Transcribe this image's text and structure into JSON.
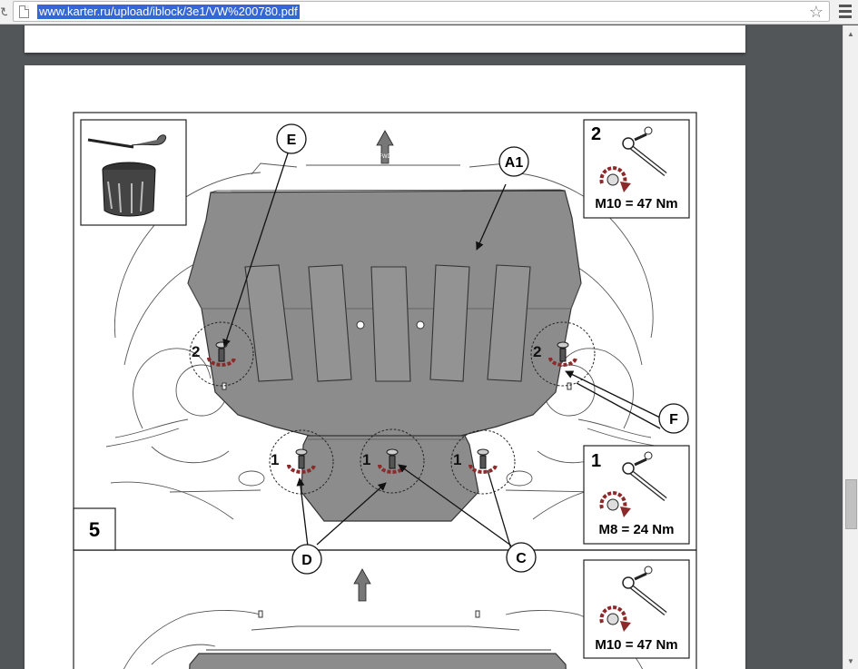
{
  "browser": {
    "url": "www.karter.ru/upload/iblock/3e1/VW%200780.pdf"
  },
  "figure": {
    "step_number": "5",
    "fwd_label": "FWD",
    "callouts": {
      "a1": "A1",
      "e": "E",
      "f": "F",
      "d": "D",
      "c": "C"
    },
    "markers": {
      "left_bolt": "2",
      "right_bolt": "2",
      "bottom_left": "1",
      "bottom_mid": "1",
      "bottom_right": "1"
    },
    "torque_boxes": [
      {
        "number": "2",
        "spec": "M10 = 47 Nm"
      },
      {
        "number": "1",
        "spec": "M8 = 24 Nm"
      },
      {
        "number": "",
        "spec": "M10 = 47 Nm"
      }
    ]
  },
  "colors": {
    "plate": "#8a8a8a",
    "plate_dark": "#6e6e6e",
    "rotation_arrow": "#8b2a2a",
    "url_highlight": "#3367d6"
  }
}
